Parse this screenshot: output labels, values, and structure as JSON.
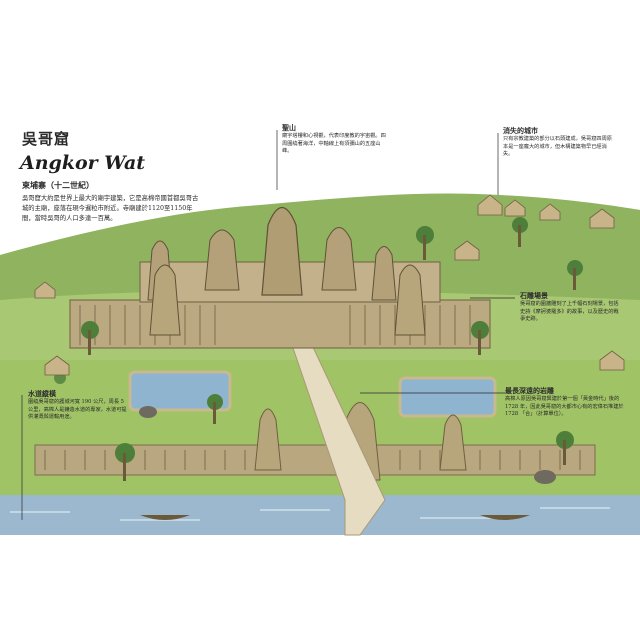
{
  "title": "吳哥窟",
  "script_title": "Angkor Wat",
  "subtitle": "柬埔寨（十二世紀）",
  "intro": "吳哥窟大約是世界上最大的廟宇建築，它是高棉帝國首都吳哥古城的主廟，座落在現今暹粒市附近。寺廟建於1120至1150年間，當時吳哥的人口多達一百萬。",
  "callouts": {
    "central_tower": {
      "heading": "聖山",
      "body": "廟宇塔樓和心視觀，代表印度教的宇宙觀。四周圍繞著海洋，中軸線上有須彌山的五座山峰。"
    },
    "lost_city": {
      "heading": "消失的城市",
      "body": "只有宗教建築的部分以石頭建成，吳哥窟四周原本是一座龐大的城市，但木構建築物早已經消失。"
    },
    "reliefs": {
      "heading": "石雕場景",
      "body": "吳哥窟的圍牆雕刻了上千幅石刻場景，包括史詩《摩訶婆羅多》的故事，以及歷史的戰爭史跡。"
    },
    "causeway": {
      "heading": "最長深遠的岩雕",
      "body": "高棉人原因吳哥窟興建於第一個「黃金時代」後的 1728 年，因此吳哥窟的大都市心有的宏偉石堆建於 1728 「合」（計算單位）。"
    },
    "moat": {
      "heading": "水道縱橫",
      "body": "圍繞吳哥窟的護城河寬 190 公尺，周長 5 公里，高棉人是鐘造水道的專家，水道可提供灌溉與運輸用途。"
    }
  },
  "colors": {
    "sky": "#ffffff",
    "hills": "#8fb35f",
    "lawn": "#a4c76a",
    "stone": "#b9a77f",
    "water": "#8fb4cf",
    "moat": "#9bb8cf"
  }
}
